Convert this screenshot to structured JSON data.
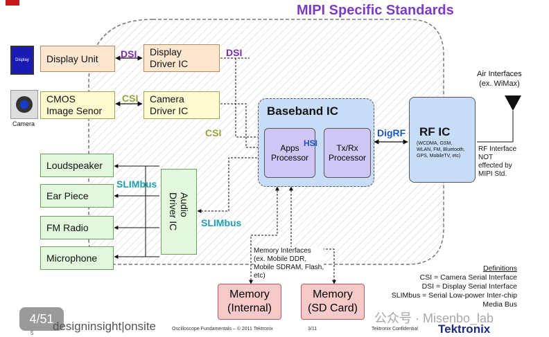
{
  "title": "MIPI Specific Standards",
  "blocks": {
    "display_unit": "Display Unit",
    "display_driver": "Display\nDriver IC",
    "cmos": "CMOS\nImage Senor",
    "camera_driver": "Camera\nDriver IC",
    "loudspeaker": "Loudspeaker",
    "ear_piece": "Ear Piece",
    "fm_radio": "FM Radio",
    "microphone": "Microphone",
    "audio_driver": "Audio\nDriver IC",
    "baseband": "Baseband IC",
    "apps_processor": "Apps\nProcessor",
    "txrx_processor": "Tx/Rx\nProcessor",
    "rf_ic": "RF IC",
    "rf_ic_sub": "(WCDMA, GSM,\nWLAN, FM, Bluetooth,\nGPS, MobileTV, etc)",
    "memory_internal": "Memory\n(Internal)",
    "memory_sd": "Memory\n(SD Card)"
  },
  "protocols": {
    "dsi_left": "DSI",
    "dsi_right": "DSI",
    "csi_left": "CSI",
    "csi_right": "CSI",
    "slimbus_left": "SLIMbus",
    "slimbus_right": "SLIMbus",
    "hsi": "HSI",
    "digrf": "DigRF"
  },
  "icons": {
    "display_icon_text": "Display",
    "camera_label": "Camera"
  },
  "annotations": {
    "air_interfaces": "Air Interfaces\n(ex. WiMax)",
    "rf_interface": "RF Interface\nNOT\neffected by\nMIPI Std.",
    "memory_interfaces": "Memory Interfaces\n(ex. Mobile DDR,\nMobile SDRAM, Flash,\netc)"
  },
  "definitions": {
    "heading": "Definitions",
    "lines": [
      "CSI = Camera Serial Interface",
      "DSI = Display Serial Interface",
      "SLIMbus = Serial Low-power Inter-chip",
      "Media Bus"
    ]
  },
  "footer": {
    "page_counter": "4/51",
    "page_small": "5",
    "brand": "designinsight|onsite",
    "course": "Oscilloscope Fundamentals  –  © 2011 Tektronix",
    "slide_no": "3/11",
    "confidential": "Tektronix Confidential",
    "watermark": "公众号 · Misenbo_lab",
    "logo": "Tektronix"
  },
  "colors": {
    "title": "#7b3bc7",
    "dsi": "#7a2bb0",
    "csi": "#9aa23a",
    "slimbus": "#1f9fb0",
    "hsi_digrf": "#1a55c9",
    "baseband_fill": "#c6dcf7",
    "memory_fill": "#f7c9c9"
  }
}
